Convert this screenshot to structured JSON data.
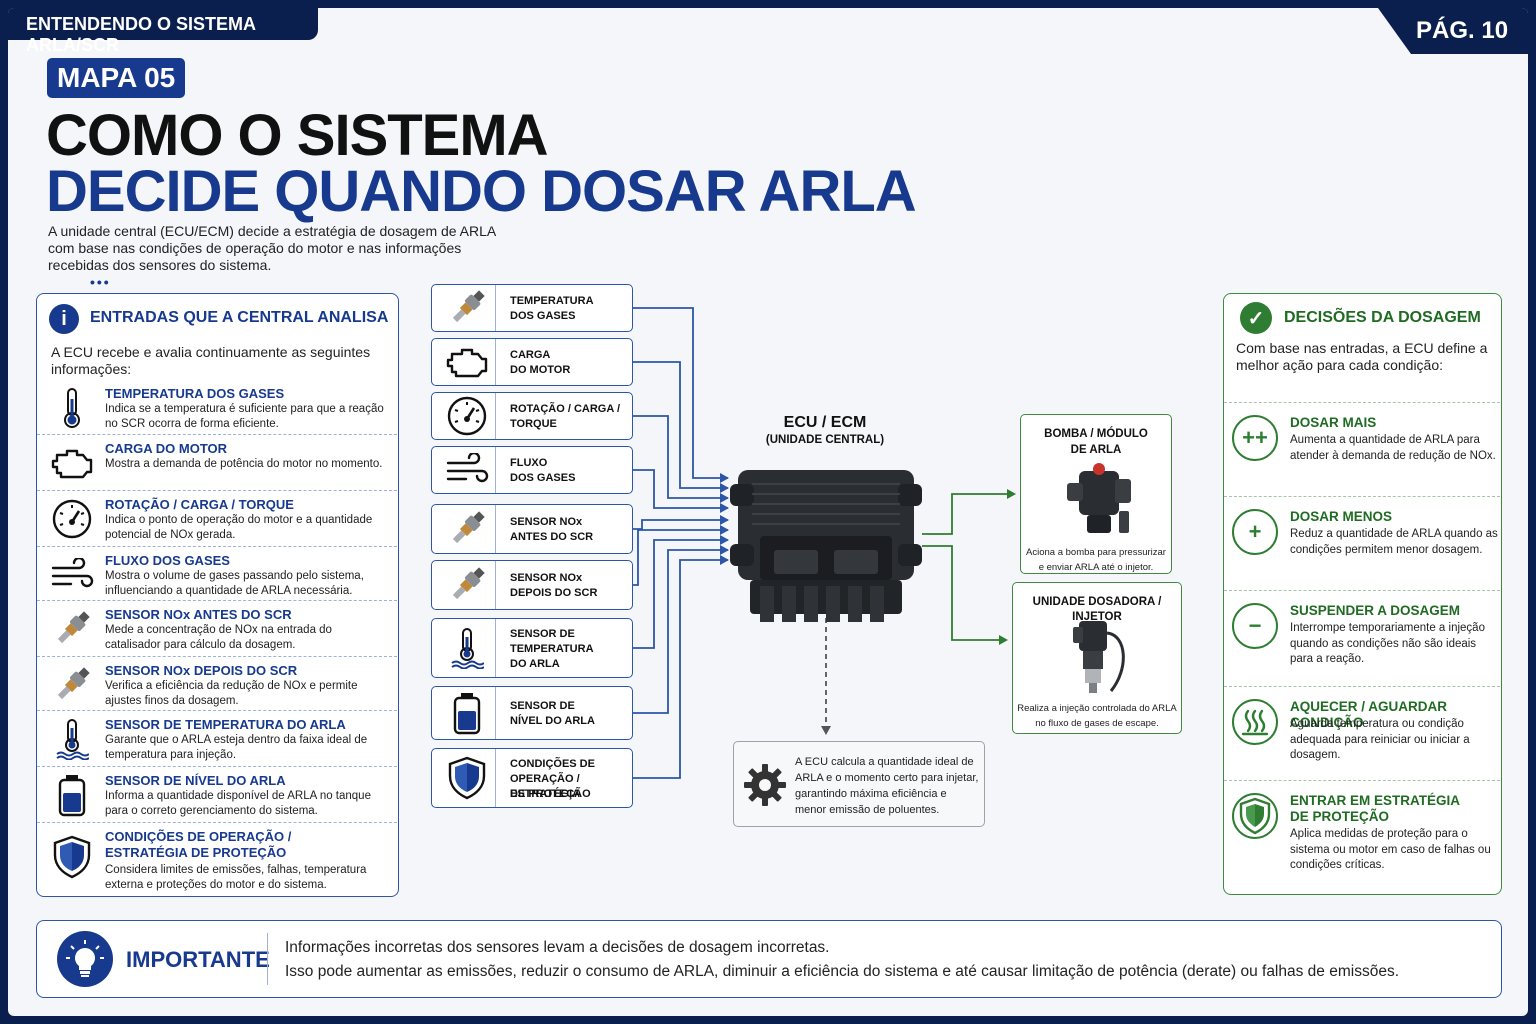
{
  "header": {
    "section": "ENTENDENDO O SISTEMA ARLA/SCR",
    "page": "PÁG. 10"
  },
  "badge": "MAPA 05",
  "title": {
    "line1": "COMO O SISTEMA",
    "line2": "DECIDE QUANDO DOSAR ARLA"
  },
  "intro": "A unidade central (ECU/ECM) decide a estratégia de dosagem de ARLA com base nas condições de operação do motor e nas informações recebidas dos sensores do sistema.",
  "inputs": {
    "title": "ENTRADAS QUE A CENTRAL ANALISA",
    "desc": "A ECU recebe e avalia continuamente as seguintes informações:",
    "items": [
      {
        "title": "TEMPERATURA DOS GASES",
        "desc": "Indica se a temperatura é suficiente para que a reação no SCR ocorra de forma eficiente.",
        "icon": "thermometer-icon"
      },
      {
        "title": "CARGA DO MOTOR",
        "desc": "Mostra a demanda de potência do motor no momento.",
        "icon": "engine-icon"
      },
      {
        "title": "ROTAÇÃO / CARGA / TORQUE",
        "desc": "Indica o ponto de operação do motor e a quantidade potencial de NOx gerada.",
        "icon": "gauge-icon"
      },
      {
        "title": "FLUXO DOS GASES",
        "desc": "Mostra o volume de gases passando pelo sistema, influenciando a quantidade de ARLA necessária.",
        "icon": "wind-icon"
      },
      {
        "title": "SENSOR NOx ANTES DO SCR",
        "desc": "Mede a concentração de NOx na entrada do catalisador para cálculo da dosagem.",
        "icon": "sensor-icon"
      },
      {
        "title": "SENSOR NOx DEPOIS DO SCR",
        "desc": "Verifica a eficiência da redução de NOx e permite ajustes finos da dosagem.",
        "icon": "sensor-icon"
      },
      {
        "title": "SENSOR DE TEMPERATURA DO ARLA",
        "desc": "Garante que o ARLA esteja dentro da faixa ideal de temperatura para injeção.",
        "icon": "liquid-thermometer-icon"
      },
      {
        "title": "SENSOR DE NÍVEL DO ARLA",
        "desc": "Informa a quantidade disponível de ARLA no tanque para o correto gerenciamento do sistema.",
        "icon": "tank-level-icon"
      },
      {
        "title": "CONDIÇÕES DE OPERAÇÃO / ESTRATÉGIA DE PROTEÇÃO",
        "title_lines": [
          "CONDIÇÕES DE OPERAÇÃO /",
          "ESTRATÉGIA DE PROTEÇÃO"
        ],
        "desc": "Considera limites de emissões, falhas, temperatura externa e proteções do motor e do sistema.",
        "icon": "shield-icon"
      }
    ]
  },
  "signals": [
    {
      "lines": [
        "TEMPERATURA",
        "DOS GASES"
      ],
      "icon": "sensor-icon"
    },
    {
      "lines": [
        "CARGA",
        "DO MOTOR"
      ],
      "icon": "engine-icon"
    },
    {
      "lines": [
        "ROTAÇÃO / CARGA /",
        "TORQUE"
      ],
      "icon": "gauge-icon"
    },
    {
      "lines": [
        "FLUXO",
        "DOS GASES"
      ],
      "icon": "wind-icon"
    },
    {
      "lines": [
        "SENSOR NOx",
        "ANTES DO SCR"
      ],
      "icon": "sensor-icon"
    },
    {
      "lines": [
        "SENSOR NOx",
        "DEPOIS DO SCR"
      ],
      "icon": "sensor-icon"
    },
    {
      "lines": [
        "SENSOR DE",
        "TEMPERATURA",
        "DO ARLA"
      ],
      "icon": "liquid-thermometer-icon"
    },
    {
      "lines": [
        "SENSOR DE",
        "NÍVEL DO ARLA"
      ],
      "icon": "tank-level-icon"
    },
    {
      "lines": [
        "CONDIÇÕES DE",
        "OPERAÇÃO / ESTRATÉGIA",
        "DE PROTEÇÃO"
      ],
      "icon": "shield-icon"
    }
  ],
  "ecu": {
    "title": "ECU / ECM",
    "subtitle": "(UNIDADE CENTRAL)"
  },
  "outputs": {
    "pump": {
      "title_lines": [
        "BOMBA / MÓDULO",
        "DE ARLA"
      ],
      "desc_lines": [
        "Aciona a bomba para pressurizar",
        "e enviar ARLA até o injetor."
      ]
    },
    "doser": {
      "title": "UNIDADE DOSADORA / INJETOR",
      "desc_lines": [
        "Realiza a injeção controlada do ARLA",
        "no fluxo de gases de escape."
      ]
    }
  },
  "calc": {
    "text": "A ECU calcula a quantidade ideal de ARLA e o momento certo para injetar, garantindo máxima eficiência e menor emissão de poluentes."
  },
  "decisions": {
    "title": "DECISÕES DA DOSAGEM",
    "desc": "Com base nas entradas, a ECU define a melhor ação para cada condição:",
    "items": [
      {
        "title": "DOSAR MAIS",
        "desc": "Aumenta a quantidade de ARLA para atender à demanda de redução de NOx.",
        "symbol": "++"
      },
      {
        "title": "DOSAR MENOS",
        "desc": "Reduz a quantidade de ARLA quando as condições permitem menor dosagem.",
        "symbol": "+"
      },
      {
        "title": "SUSPENDER A DOSAGEM",
        "desc": "Interrompe temporariamente a injeção quando as condições não são ideais para a reação.",
        "symbol": "−"
      },
      {
        "title": "AQUECER / AGUARDAR CONDIÇÃO",
        "desc": "Aguarda temperatura ou condição adequada para reiniciar ou iniciar a dosagem.",
        "symbol": "heat-icon"
      },
      {
        "title": "ENTRAR EM ESTRATÉGIA DE PROTEÇÃO",
        "title_lines": [
          "ENTRAR EM ESTRATÉGIA",
          "DE PROTEÇÃO"
        ],
        "desc": "Aplica medidas de proteção para o sistema ou motor em caso de falhas ou condições críticas.",
        "symbol": "shield-icon"
      }
    ]
  },
  "important": {
    "label": "IMPORTANTE",
    "line1": "Informações incorretas dos sensores levam a decisões de dosagem incorretas.",
    "line2": "Isso pode aumentar as emissões, reduzir o consumo de ARLA, diminuir a eficiência do sistema e até causar limitação de potência (derate) ou falhas de emissões."
  },
  "colors": {
    "navy": "#0b1f4f",
    "blue": "#173a8f",
    "green": "#2e7d32"
  }
}
